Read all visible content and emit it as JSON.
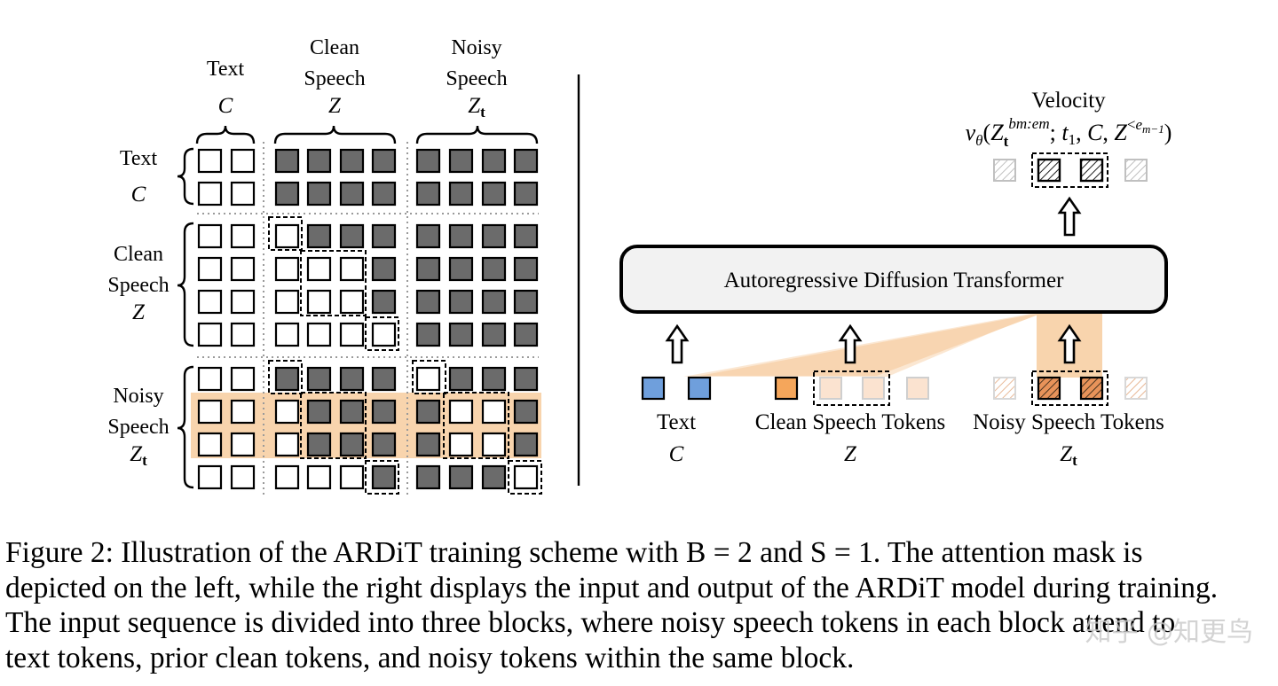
{
  "mask": {
    "col_groups": [
      {
        "line1": "Text",
        "line2": "",
        "symbol": "C"
      },
      {
        "line1": "Clean",
        "line2": "Speech",
        "symbol": "Z"
      },
      {
        "line1": "Noisy",
        "line2": "Speech",
        "symbol": "Z_t"
      }
    ],
    "row_groups": [
      {
        "lines": [
          "Text"
        ],
        "symbol": "C"
      },
      {
        "lines": [
          "Clean",
          "Speech"
        ],
        "symbol": "Z"
      },
      {
        "lines": [
          "Noisy",
          "Speech"
        ],
        "symbol": "Z_t"
      }
    ],
    "matrix": [
      [
        0,
        0,
        1,
        1,
        1,
        1,
        1,
        1,
        1,
        1
      ],
      [
        0,
        0,
        1,
        1,
        1,
        1,
        1,
        1,
        1,
        1
      ],
      [
        0,
        0,
        0,
        1,
        1,
        1,
        1,
        1,
        1,
        1
      ],
      [
        0,
        0,
        0,
        0,
        0,
        1,
        1,
        1,
        1,
        1
      ],
      [
        0,
        0,
        0,
        0,
        0,
        1,
        1,
        1,
        1,
        1
      ],
      [
        0,
        0,
        0,
        0,
        0,
        0,
        1,
        1,
        1,
        1
      ],
      [
        0,
        0,
        1,
        1,
        1,
        1,
        0,
        1,
        1,
        1
      ],
      [
        0,
        0,
        0,
        1,
        1,
        1,
        1,
        0,
        0,
        1
      ],
      [
        0,
        0,
        0,
        1,
        1,
        1,
        1,
        0,
        0,
        1
      ],
      [
        0,
        0,
        0,
        0,
        0,
        1,
        1,
        1,
        1,
        0
      ]
    ],
    "highlight_rows": [
      7,
      8
    ],
    "colors": {
      "masked": "#6b6b6b",
      "open": "#ffffff",
      "highlight": "#f8d4ad"
    }
  },
  "model": {
    "velocity_label": "Velocity",
    "velocity_formula": "vθ(Z_t^{bm:em}; t1, C, Z^{<em-1})",
    "transformer_label": "Autoregressive Diffusion Transformer",
    "token_groups": [
      {
        "label": "Text",
        "symbol": "C"
      },
      {
        "label": "Clean Speech Tokens",
        "symbol": "Z"
      },
      {
        "label": "Noisy Speech Tokens",
        "symbol": "Z_t"
      }
    ],
    "colors": {
      "text_token": "#6f9fdc",
      "clean_token": "#f5a65b",
      "noisy_token": "#e8935a",
      "beam": "#f8d4ad"
    }
  },
  "caption": {
    "lines": [
      "Figure 2: Illustration of the ARDiT training scheme with B = 2 and S = 1. The attention mask is",
      "depicted on the left, while the right displays the input and output of the ARDiT model during training.",
      "The input sequence is divided into three blocks, where noisy speech tokens in each block attend to",
      "text tokens, prior clean tokens, and noisy tokens within the same block."
    ]
  },
  "watermark": "知乎 @知更鸟"
}
